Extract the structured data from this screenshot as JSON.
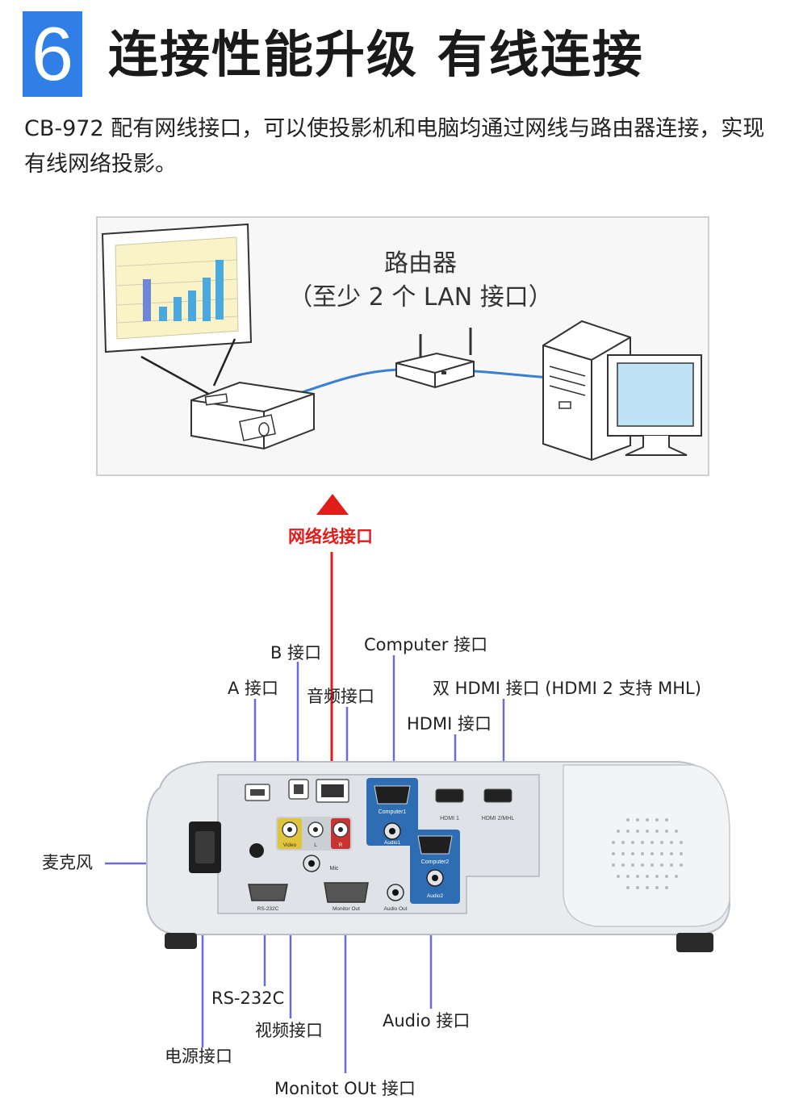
{
  "header": {
    "number": "6",
    "title": "连接性能升级 有线连接",
    "description": "CB-972 配有网线接口，可以使投影机和电脑均通过网线与路由器连接，实现有线网络投影。"
  },
  "network_diagram": {
    "router_label": "路由器",
    "router_note": "（至少 2 个 LAN 接口）"
  },
  "callouts": {
    "lan_port": "网络线接口",
    "usb_b": "B 接口",
    "usb_a": "A 接口",
    "audio_in": "音频接口",
    "computer": "Computer 接口",
    "dual_hdmi": "双 HDMI 接口 (HDMI 2 支持 MHL)",
    "hdmi": "HDMI 接口",
    "mic": "麦克风",
    "rs232c": "RS-232C",
    "video": "视频接口",
    "power": "电源接口",
    "audio": "Audio 接口",
    "monitor_out": "Monitot OUt 接口"
  },
  "panel_labels": {
    "computer1": "Computer1",
    "hdmi1": "HDMI 1",
    "hdmi2": "HDMI 2/MHL",
    "video": "Video",
    "l": "L",
    "r": "R",
    "audio1": "Audio1",
    "computer2": "Computer2",
    "audio2": "Audio2",
    "mic": "Mic",
    "rs232c": "RS-232C",
    "monitor_out": "Monitor Out",
    "audio_out": "Audio Out"
  },
  "colors": {
    "badge": "#2f7fe6",
    "accent_red": "#e21b1b",
    "leader_blue": "#6a6ad8",
    "network_cable": "#3a7fd0"
  }
}
